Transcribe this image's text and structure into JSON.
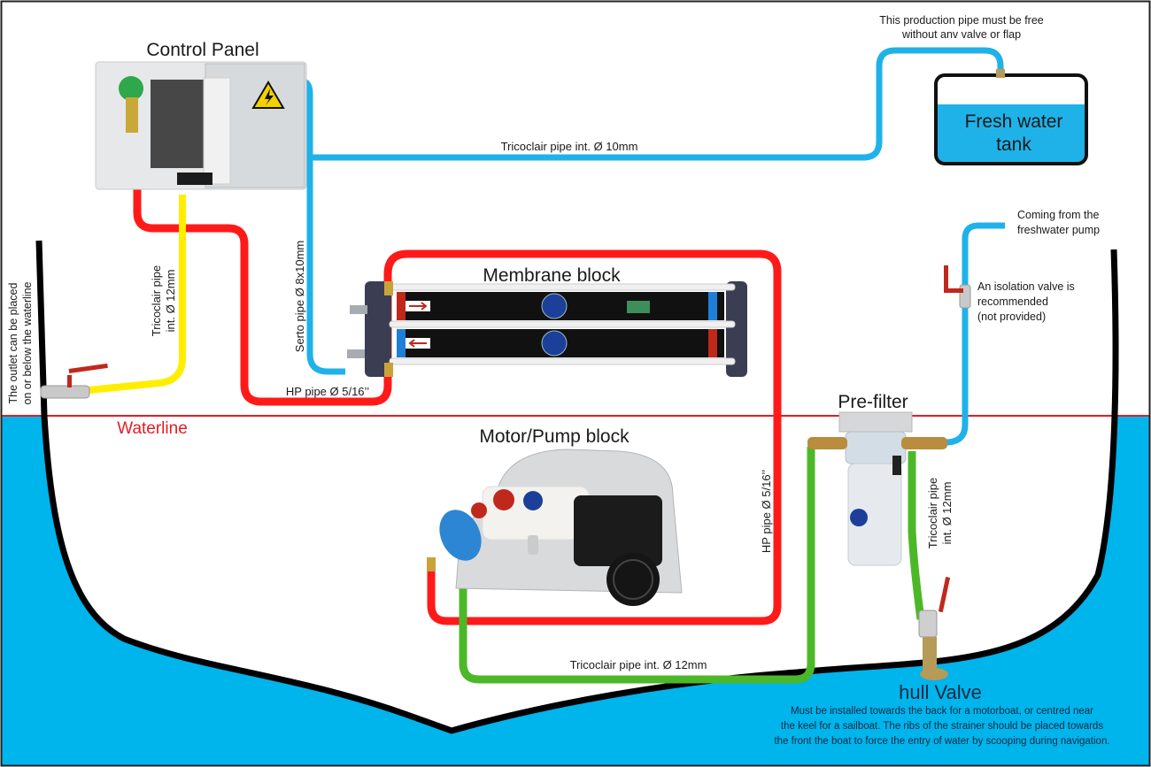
{
  "colors": {
    "sea": "#00b4ec",
    "hull": "#000000",
    "waterline": "#e41b23",
    "hp_pipe": "#ff1a1a",
    "feed_pipe": "#4cb828",
    "fresh_pipe": "#1fb2e8",
    "outlet_pipe": "#ffee00",
    "tank_water": "#1fb2e8"
  },
  "labels": {
    "control_panel": "Control Panel",
    "membrane_block": "Membrane block",
    "motor_pump_block": "Motor/Pump block",
    "pre_filter": "Pre-filter",
    "waterline": "Waterline",
    "hull_valve": "hull Valve",
    "fresh_water_tank": [
      "Fresh water",
      "tank"
    ]
  },
  "pipes": {
    "production": "Tricoclair pipe int. Ø 10mm",
    "serto": "Serto pipe Ø 8x10mm",
    "hp_bottom": "HP pipe Ø 5/16’’",
    "hp_vertical": "HP pipe Ø 5/16’’",
    "outlet": [
      "Tricoclair pipe",
      "int. Ø 12mm"
    ],
    "feed_bottom": "Tricoclair pipe int. Ø 12mm",
    "feed_vertical": [
      "Tricoclair pipe",
      "int. Ø 12mm"
    ]
  },
  "notes": {
    "production_pipe": [
      "This production pipe must be free",
      "without anv valve or flap"
    ],
    "freshwater_pump": [
      "Coming from the",
      "freshwater pump"
    ],
    "isolation_valve": [
      "An isolation valve is",
      "recommended",
      "(not provided)"
    ],
    "outlet": [
      "The outlet can be placed",
      "on or below the waterline"
    ],
    "hull_valve": [
      "Must be installed towards the back for a motorboat, or centred near",
      "the keel for a sailboat. The ribs of the strainer should be placed towards",
      "the front the boat to force the entry of water by scooping during navigation."
    ]
  }
}
